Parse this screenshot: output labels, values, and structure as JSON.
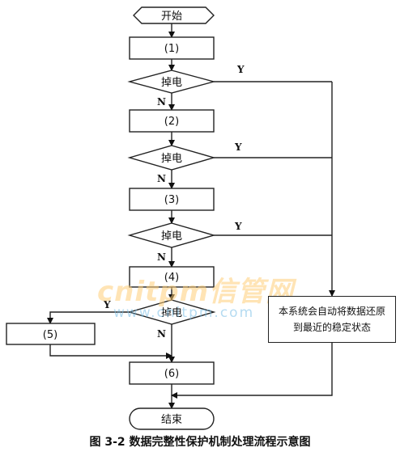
{
  "flowchart": {
    "start": "开始",
    "end": "结束",
    "steps": [
      "(1)",
      "(2)",
      "(3)",
      "(4)",
      "(5)",
      "(6)"
    ],
    "decision": "掉电",
    "yes": "Y",
    "no": "N",
    "recovery_lines": [
      "本系统会自动将数据还原",
      "到最近的稳定状态"
    ]
  },
  "watermark": {
    "brand": "cnitpm信管网",
    "url": "www.cnitpm.com"
  },
  "caption": "图 3-2   数据完整性保护机制处理流程示意图"
}
